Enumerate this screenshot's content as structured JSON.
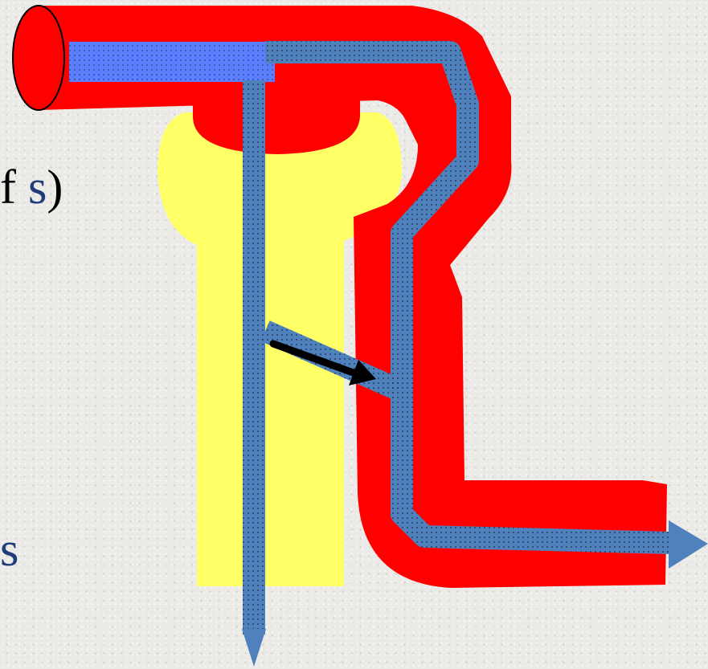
{
  "colors": {
    "vessel": "#ff0000",
    "flow": "#4f81bd",
    "flow_highlight": "#5b7fff",
    "segment": "#ffff66",
    "arrow": "#000000",
    "text_accent": "#1f3d7a"
  },
  "text_fragments": {
    "line1_plain": "f ",
    "line1_accent": "s",
    "line1_close": ")",
    "line2_accent": "s"
  }
}
